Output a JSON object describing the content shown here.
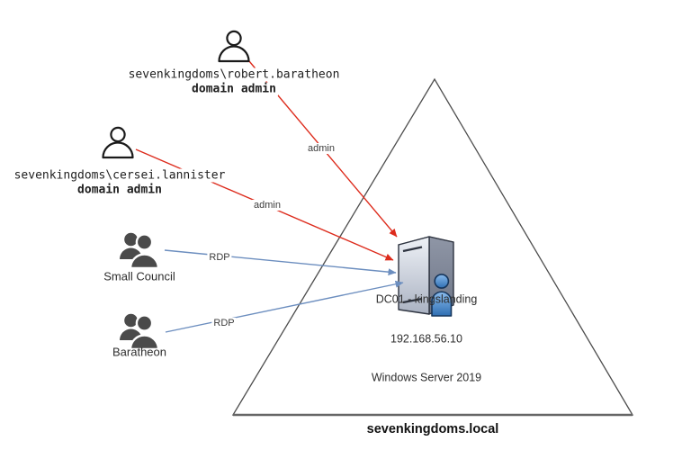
{
  "diagram": {
    "domain": {
      "name": "sevenkingdoms.local"
    },
    "users": [
      {
        "account": "sevenkingdoms\\robert.baratheon",
        "role": "domain admin"
      },
      {
        "account": "sevenkingdoms\\cersei.lannister",
        "role": "domain admin"
      }
    ],
    "groups": [
      {
        "name": "Small Council"
      },
      {
        "name": "Baratheon"
      }
    ],
    "server": {
      "name": "DC01 - kingslanding",
      "ip": "192.168.56.10",
      "os": "Windows Server 2019"
    },
    "edges": [
      {
        "label": "admin",
        "type": "admin"
      },
      {
        "label": "admin",
        "type": "admin"
      },
      {
        "label": "RDP",
        "type": "rdp"
      },
      {
        "label": "RDP",
        "type": "rdp"
      }
    ],
    "colors": {
      "admin_edge": "#dd2b1c",
      "rdp_edge": "#6c8ebf",
      "icon_gray": "#4a4a4a",
      "triangle_stroke": "#4d4d4d",
      "server_user_blue": "#2f6fb3"
    }
  }
}
